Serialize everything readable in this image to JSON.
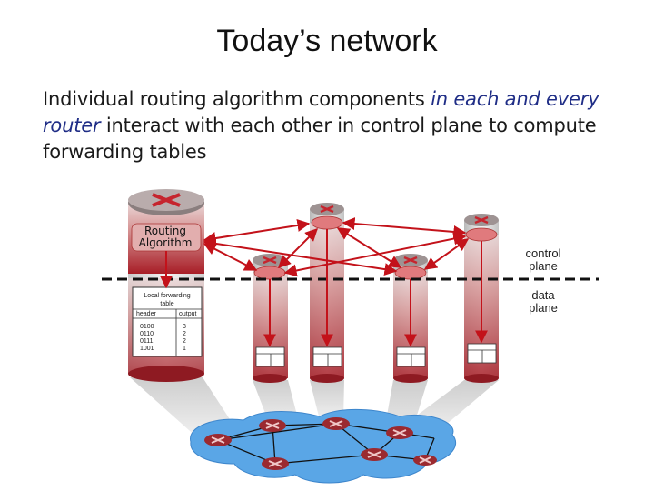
{
  "title": "Today’s network",
  "intro": {
    "part1": "Individual routing algorithm components ",
    "part2": "in each and every router",
    "part3": " interact with each other in control plane to compute forwarding tables"
  },
  "router_box": {
    "routing_line1": "Routing",
    "routing_line2": "Algorithm"
  },
  "forwarding_table": {
    "title_line1": "Local forwarding",
    "title_line2": "table",
    "headers": [
      "header",
      "output"
    ],
    "rows": [
      [
        "0100",
        "3"
      ],
      [
        "0110",
        "2"
      ],
      [
        "0111",
        "2"
      ],
      [
        "1001",
        "1"
      ]
    ]
  },
  "labels": {
    "control_line1": "control",
    "control_line2": "plane",
    "data_line1": "data",
    "data_line2": "plane"
  },
  "colors": {
    "arrow": "#c3121a",
    "router_red": "#b3202a",
    "network_blue": "#5aa6e6"
  }
}
